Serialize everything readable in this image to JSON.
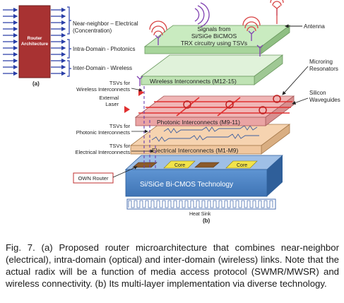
{
  "panel_a": {
    "router_label_line1": "Router",
    "router_label_line2": "Architecture",
    "sub_label": "(a)",
    "brackets": [
      {
        "line1": "Near-neighbor – Electrical",
        "line2": "(Concentration)"
      },
      {
        "line1": "Intra-Domain - Photonics",
        "line2": ""
      },
      {
        "line1": "Inter-Domain - Wireless",
        "line2": ""
      }
    ]
  },
  "panel_b": {
    "sub_label": "(b)",
    "top_layer_line1": "Signals from",
    "top_layer_line2": "Si/SiGe BiCMOS",
    "top_layer_line3": "TRX circuitry using TSVs",
    "antenna_label": "Antenna",
    "microring_line1": "Microring",
    "microring_line2": "Resonators",
    "waveguide_line1": "Silicon",
    "waveguide_line2": "Waveguides",
    "wireless_layer": "Wireless Interconnects (M12-15)",
    "photonic_layer": "Photonic Interconnects (M9-11)",
    "electrical_layer": "Electrical Interconnects (M1-M9)",
    "bicmos_layer": "Si/SiGe Bi-CMOS Technology",
    "heat_sink": "Heat Sink",
    "tsv_wireless_line1": "TSVs for",
    "tsv_wireless_line2": "Wireless Interconnects",
    "laser_line1": "External",
    "laser_line2": "Laser",
    "tsv_photonic_line1": "TSVs for",
    "tsv_photonic_line2": "Photonic Interconnects",
    "tsv_electrical_line1": "TSVs for",
    "tsv_electrical_line2": "Electrical Interconnects",
    "own_router": "OWN Router",
    "core_1": "Core",
    "core_2": "Core"
  },
  "caption": {
    "text": "Fig. 7. (a) Proposed router microarchitecture that combines near-neighbor (electrical), intra-domain (optical) and inter-domain (wireless) links. Note that the actual radix will be a function of media access protocol (SWMR/MWSR) and wireless connectivity. (b) Its multi-layer implementation via diverse technology."
  },
  "colors": {
    "router_box": "#a83232",
    "arrow_blue": "#2a3fa8",
    "wireless_layer": "#bfe3b4",
    "photonic_layer": "#f0b6b6",
    "electrical_layer": "#f6d3b0",
    "bicmos_layer": "#4f86c6",
    "core": "#f2e34a",
    "router_block": "#8b5a2b",
    "waveguide": "#e03030",
    "antenna": "#7f3fb0"
  }
}
